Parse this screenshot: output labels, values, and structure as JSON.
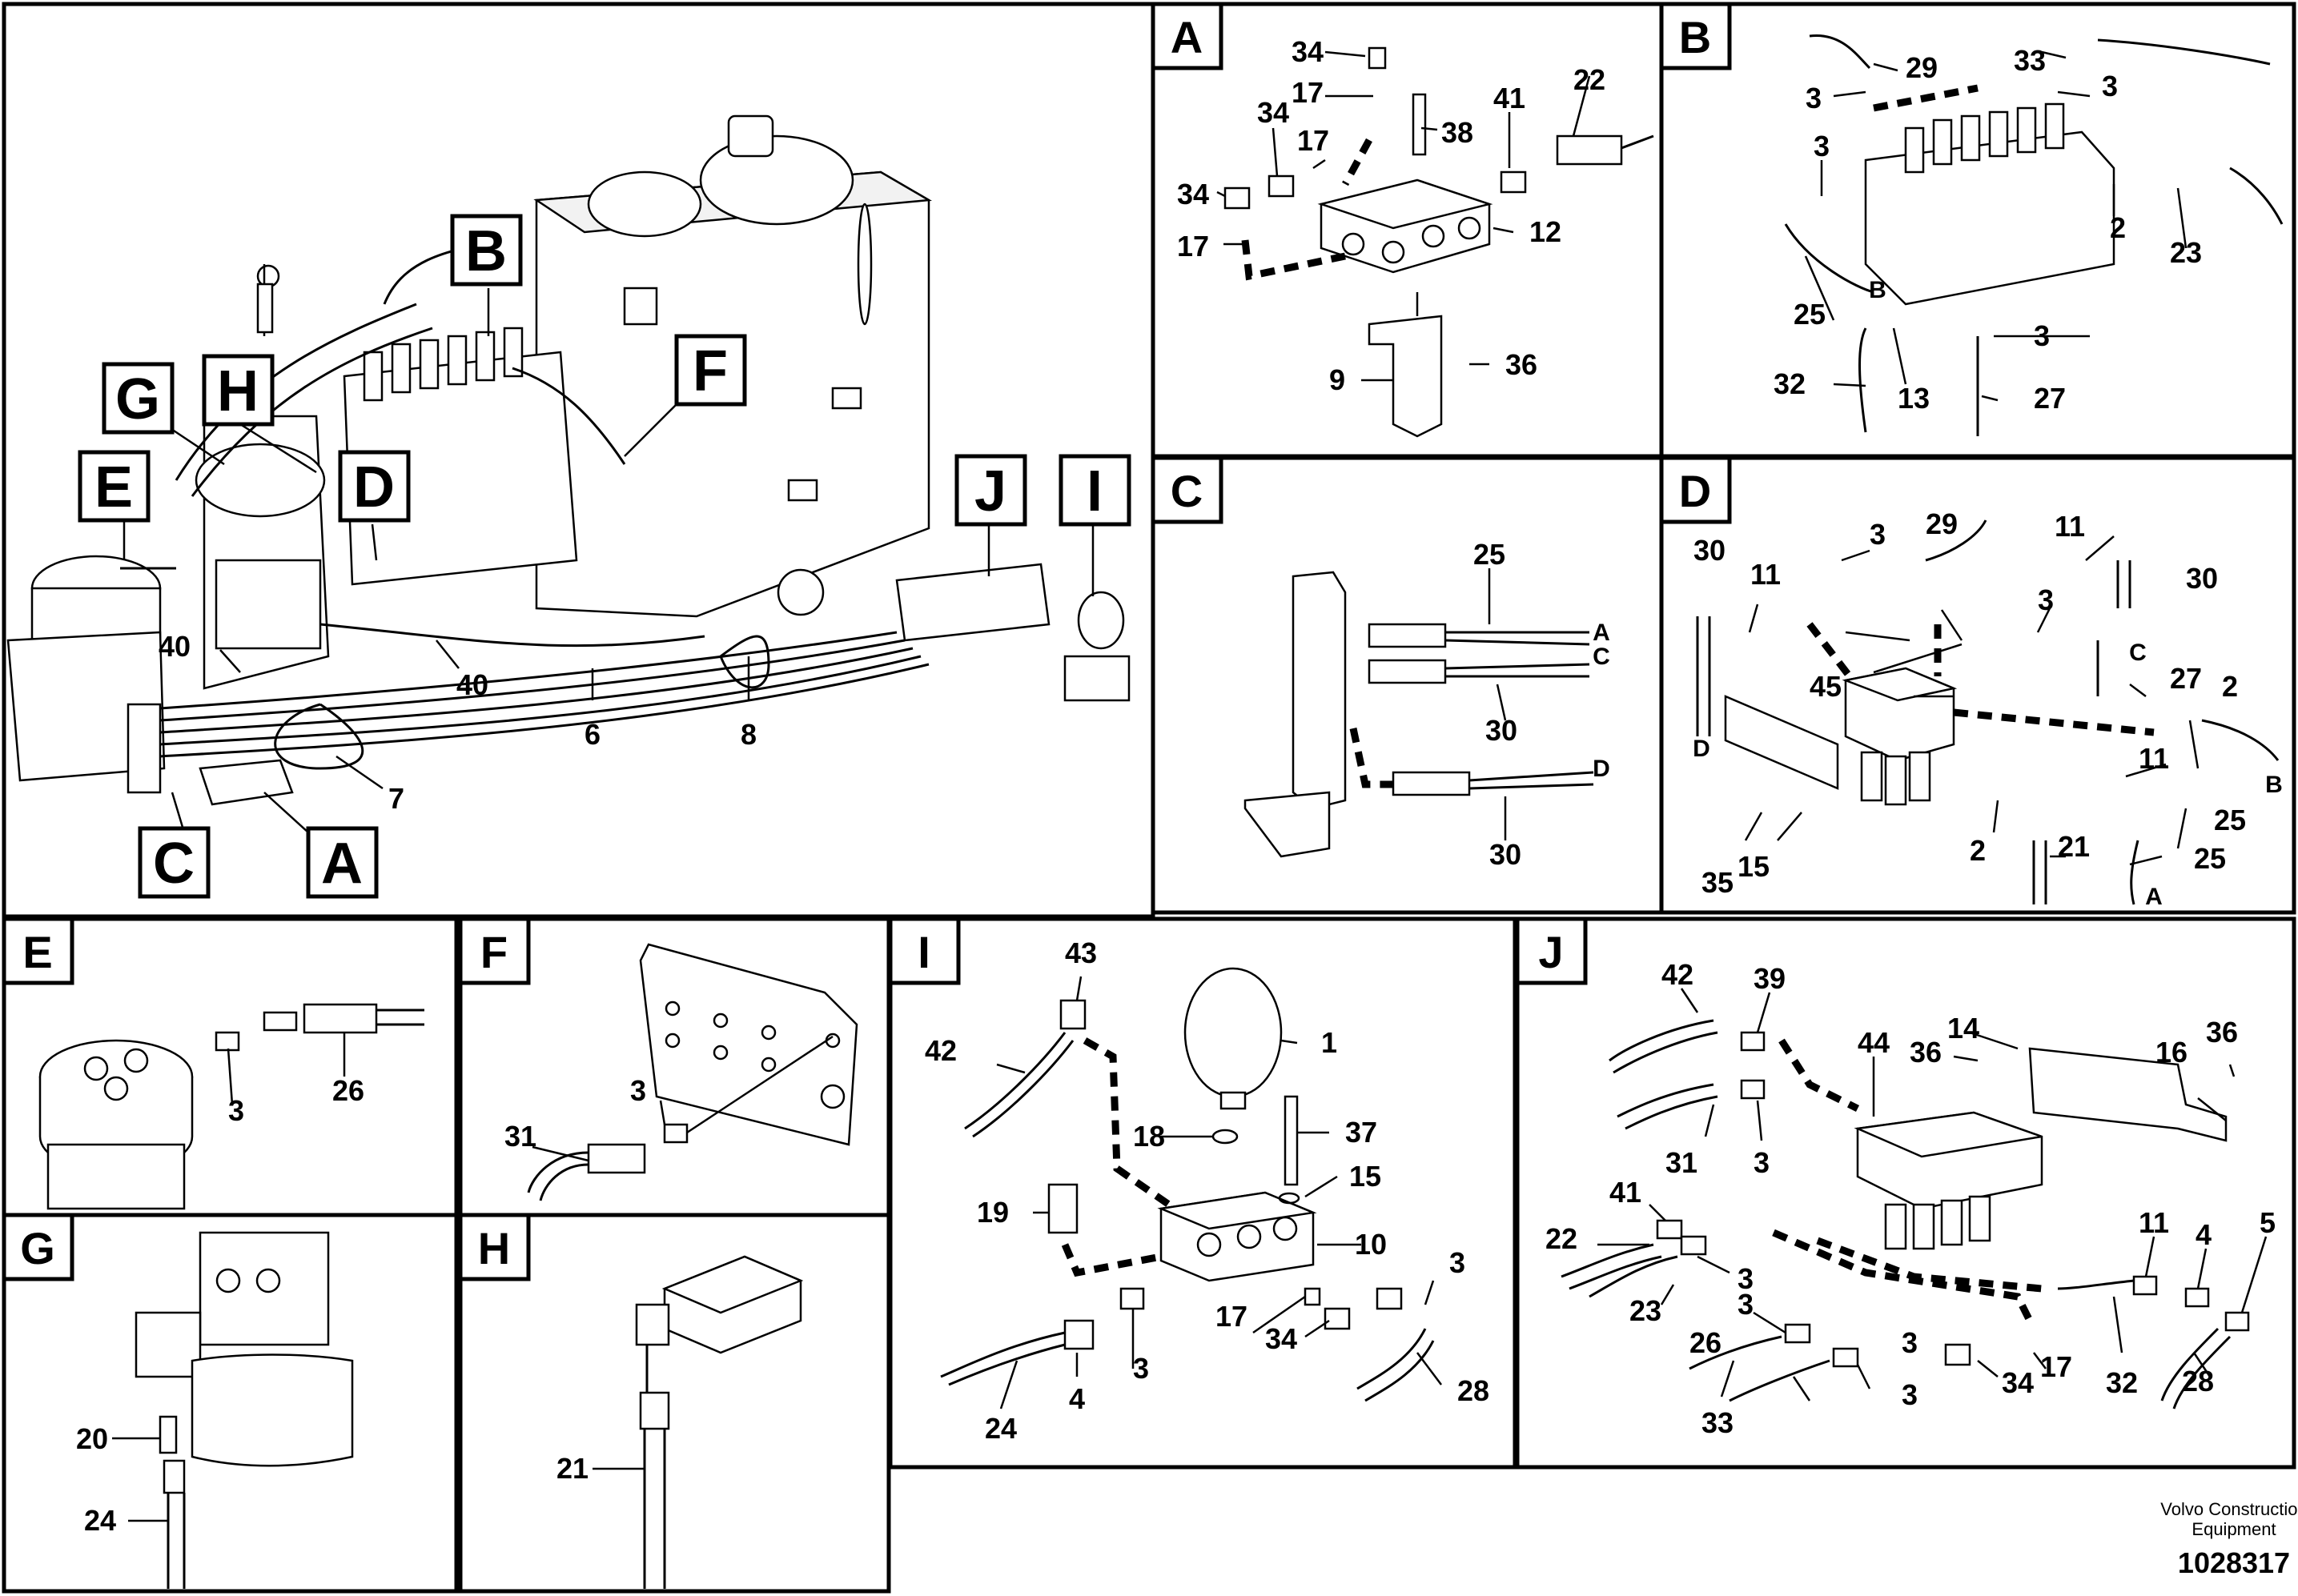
{
  "main_view": {
    "callouts": [
      "A",
      "B",
      "C",
      "D",
      "E",
      "F",
      "G",
      "H",
      "I",
      "J"
    ],
    "parts": [
      "40",
      "40",
      "7",
      "6",
      "8"
    ]
  },
  "panel_A": {
    "title": "A",
    "parts": [
      "34",
      "17",
      "34",
      "17",
      "38",
      "41",
      "22",
      "34",
      "17",
      "12",
      "9",
      "36"
    ]
  },
  "panel_B": {
    "title": "B",
    "parts": [
      "29",
      "33",
      "3",
      "3",
      "3",
      "2",
      "23",
      "25",
      "B",
      "3",
      "32",
      "13",
      "27"
    ]
  },
  "panel_C": {
    "title": "C",
    "parts": [
      "25",
      "A",
      "C",
      "30",
      "D",
      "30"
    ]
  },
  "panel_D": {
    "title": "D",
    "parts": [
      "29",
      "3",
      "11",
      "30",
      "11",
      "30",
      "3",
      "45",
      "C",
      "27",
      "2",
      "D",
      "B",
      "11",
      "25",
      "2",
      "21",
      "25",
      "A",
      "35",
      "15"
    ]
  },
  "panel_E": {
    "title": "E",
    "parts": [
      "3",
      "26"
    ]
  },
  "panel_F": {
    "title": "F",
    "parts": [
      "3",
      "31"
    ]
  },
  "panel_G": {
    "title": "G",
    "parts": [
      "20",
      "24"
    ]
  },
  "panel_H": {
    "title": "H",
    "parts": [
      "21"
    ]
  },
  "panel_I": {
    "title": "I",
    "parts": [
      "43",
      "1",
      "42",
      "18",
      "37",
      "15",
      "19",
      "10",
      "3",
      "17",
      "34",
      "4",
      "3",
      "24",
      "28"
    ]
  },
  "panel_J": {
    "title": "J",
    "parts": [
      "42",
      "39",
      "44",
      "14",
      "36",
      "16",
      "36",
      "31",
      "3",
      "41",
      "22",
      "3",
      "23",
      "3",
      "11",
      "4",
      "5",
      "26",
      "3",
      "32",
      "28",
      "33",
      "3",
      "34",
      "17"
    ]
  },
  "footer": {
    "brand_line1": "Volvo Construction",
    "brand_line2": "Equipment",
    "doc_number": "1028317"
  }
}
